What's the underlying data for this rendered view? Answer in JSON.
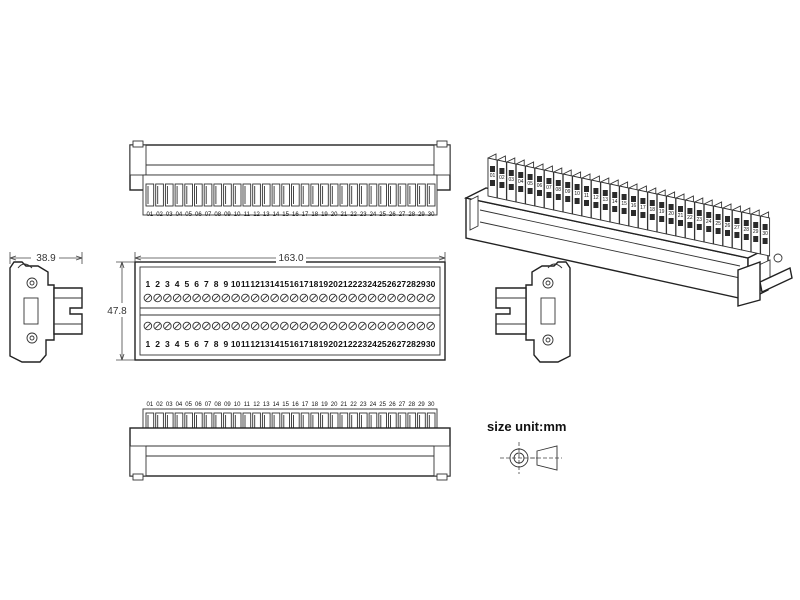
{
  "terminal_numbers_two_digit": [
    "01",
    "02",
    "03",
    "04",
    "05",
    "06",
    "07",
    "08",
    "09",
    "10",
    "11",
    "12",
    "13",
    "14",
    "15",
    "16",
    "17",
    "18",
    "19",
    "20",
    "21",
    "22",
    "23",
    "24",
    "25",
    "26",
    "27",
    "28",
    "29",
    "30"
  ],
  "terminal_numbers": [
    "1",
    "2",
    "3",
    "4",
    "5",
    "6",
    "7",
    "8",
    "9",
    "10",
    "11",
    "12",
    "13",
    "14",
    "15",
    "16",
    "17",
    "18",
    "19",
    "20",
    "21",
    "22",
    "23",
    "24",
    "25",
    "26",
    "27",
    "28",
    "29",
    "30"
  ],
  "dimensions": {
    "length": "163.0",
    "width": "38.9",
    "height": "47.8"
  },
  "size_unit_label": "size unit:mm"
}
